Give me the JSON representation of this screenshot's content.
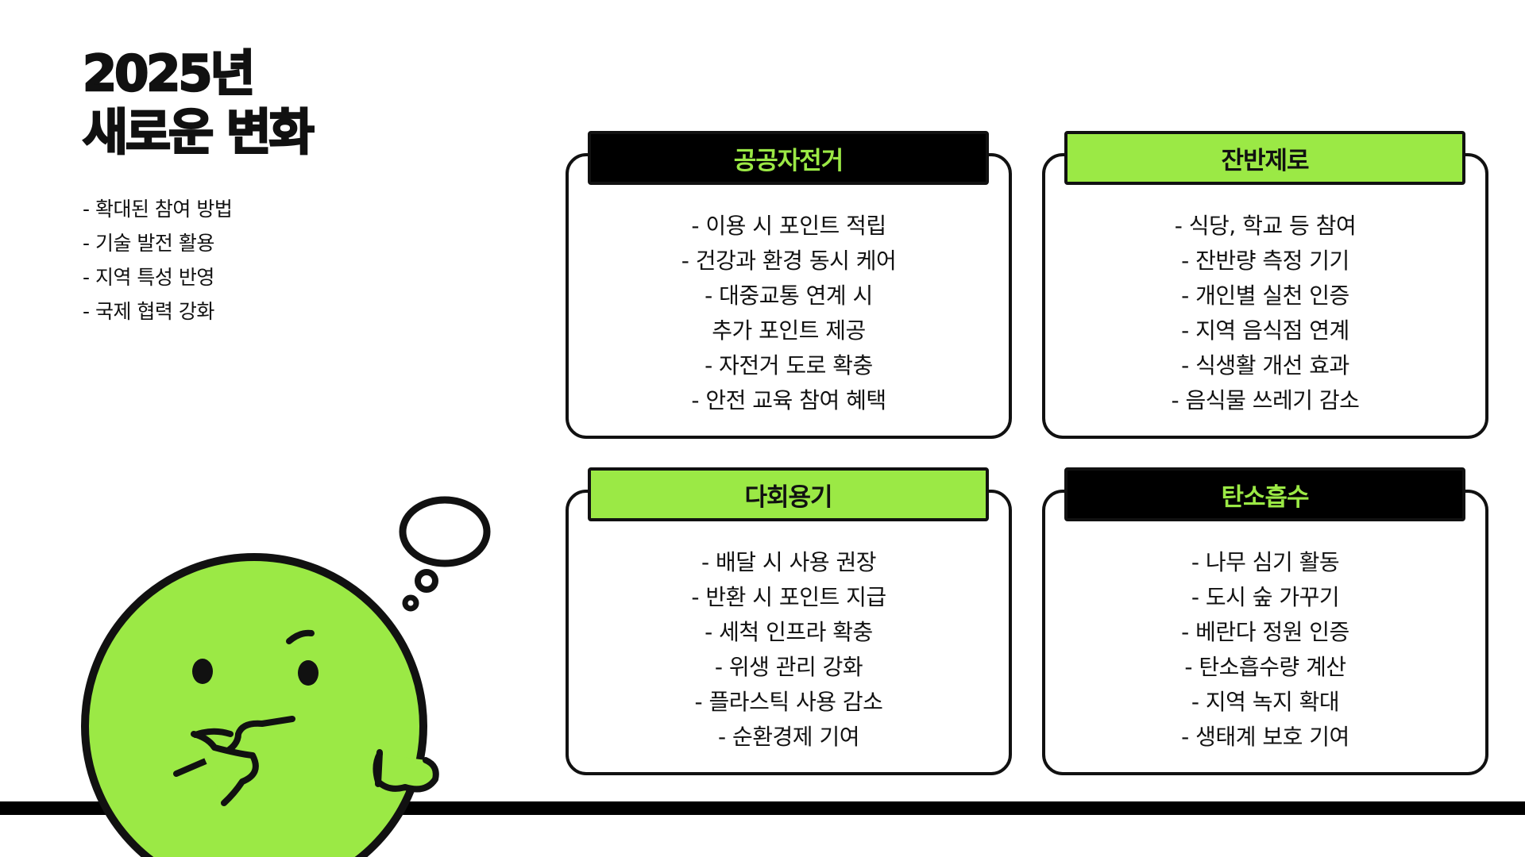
{
  "title": {
    "line1": "2025년",
    "line2": "새로운 변화"
  },
  "intro_bullets": [
    "- 확대된 참여 방법",
    "- 기술 발전 활용",
    "- 지역 특성 반영",
    "- 국제 협력 강화"
  ],
  "cards": [
    {
      "title": "공공자전거",
      "style": "dark",
      "items": [
        "- 이용 시 포인트 적립",
        "- 건강과 환경 동시 케어",
        "- 대중교통 연계 시",
        "추가 포인트 제공",
        "- 자전거 도로 확충",
        "- 안전 교육 참여 혜택"
      ]
    },
    {
      "title": "잔반제로",
      "style": "light",
      "items": [
        "- 식당, 학교 등 참여",
        "- 잔반량 측정 기기",
        "- 개인별 실천 인증",
        "- 지역 음식점 연계",
        "- 식생활 개선 효과",
        "- 음식물 쓰레기 감소"
      ]
    },
    {
      "title": "다회용기",
      "style": "light",
      "items": [
        "- 배달 시 사용 권장",
        "- 반환 시 포인트 지급",
        "- 세척 인프라 확충",
        "- 위생 관리 강화",
        "- 플라스틱 사용 감소",
        "- 순환경제 기여"
      ]
    },
    {
      "title": "탄소흡수",
      "style": "dark",
      "items": [
        "- 나무 심기 활동",
        "- 도시 숲 가꾸기",
        "- 베란다 정원 인증",
        "- 탄소흡수량 계산",
        "- 지역 녹지 확대",
        "- 생태계 보호 기여"
      ]
    }
  ],
  "colors": {
    "accent": "#9be945",
    "ink": "#111111",
    "background": "#ffffff"
  },
  "mascot": {
    "icon": "thinking-character-icon",
    "bubble_icon": "thought-bubble-icon"
  }
}
